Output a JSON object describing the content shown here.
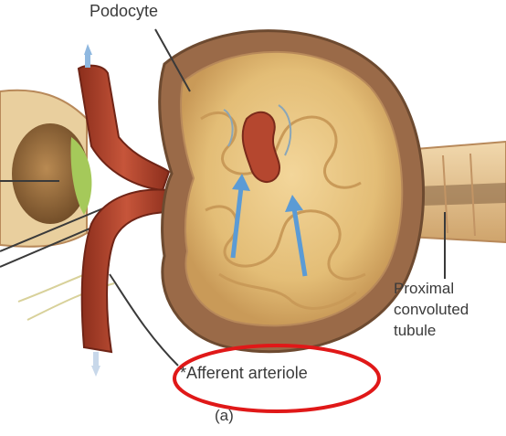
{
  "labels": {
    "podocyte": "Podocyte",
    "proximal_line1": "Proximal",
    "proximal_line2": "convoluted",
    "proximal_line3": "tubule",
    "afferent_arteriole": "*Afferent arteriole",
    "part": "(a)"
  },
  "annotations": {
    "highlight_ellipse_color": "#e01818",
    "arrow_color": "#5b9bd5",
    "arrow_count": 2
  },
  "colors": {
    "capsule_outer": "#8f6246",
    "glomerulus": "#e8c27a",
    "vessel": "#b5472f",
    "tubule": "#e6c79a",
    "macula": "#a5c95a"
  }
}
